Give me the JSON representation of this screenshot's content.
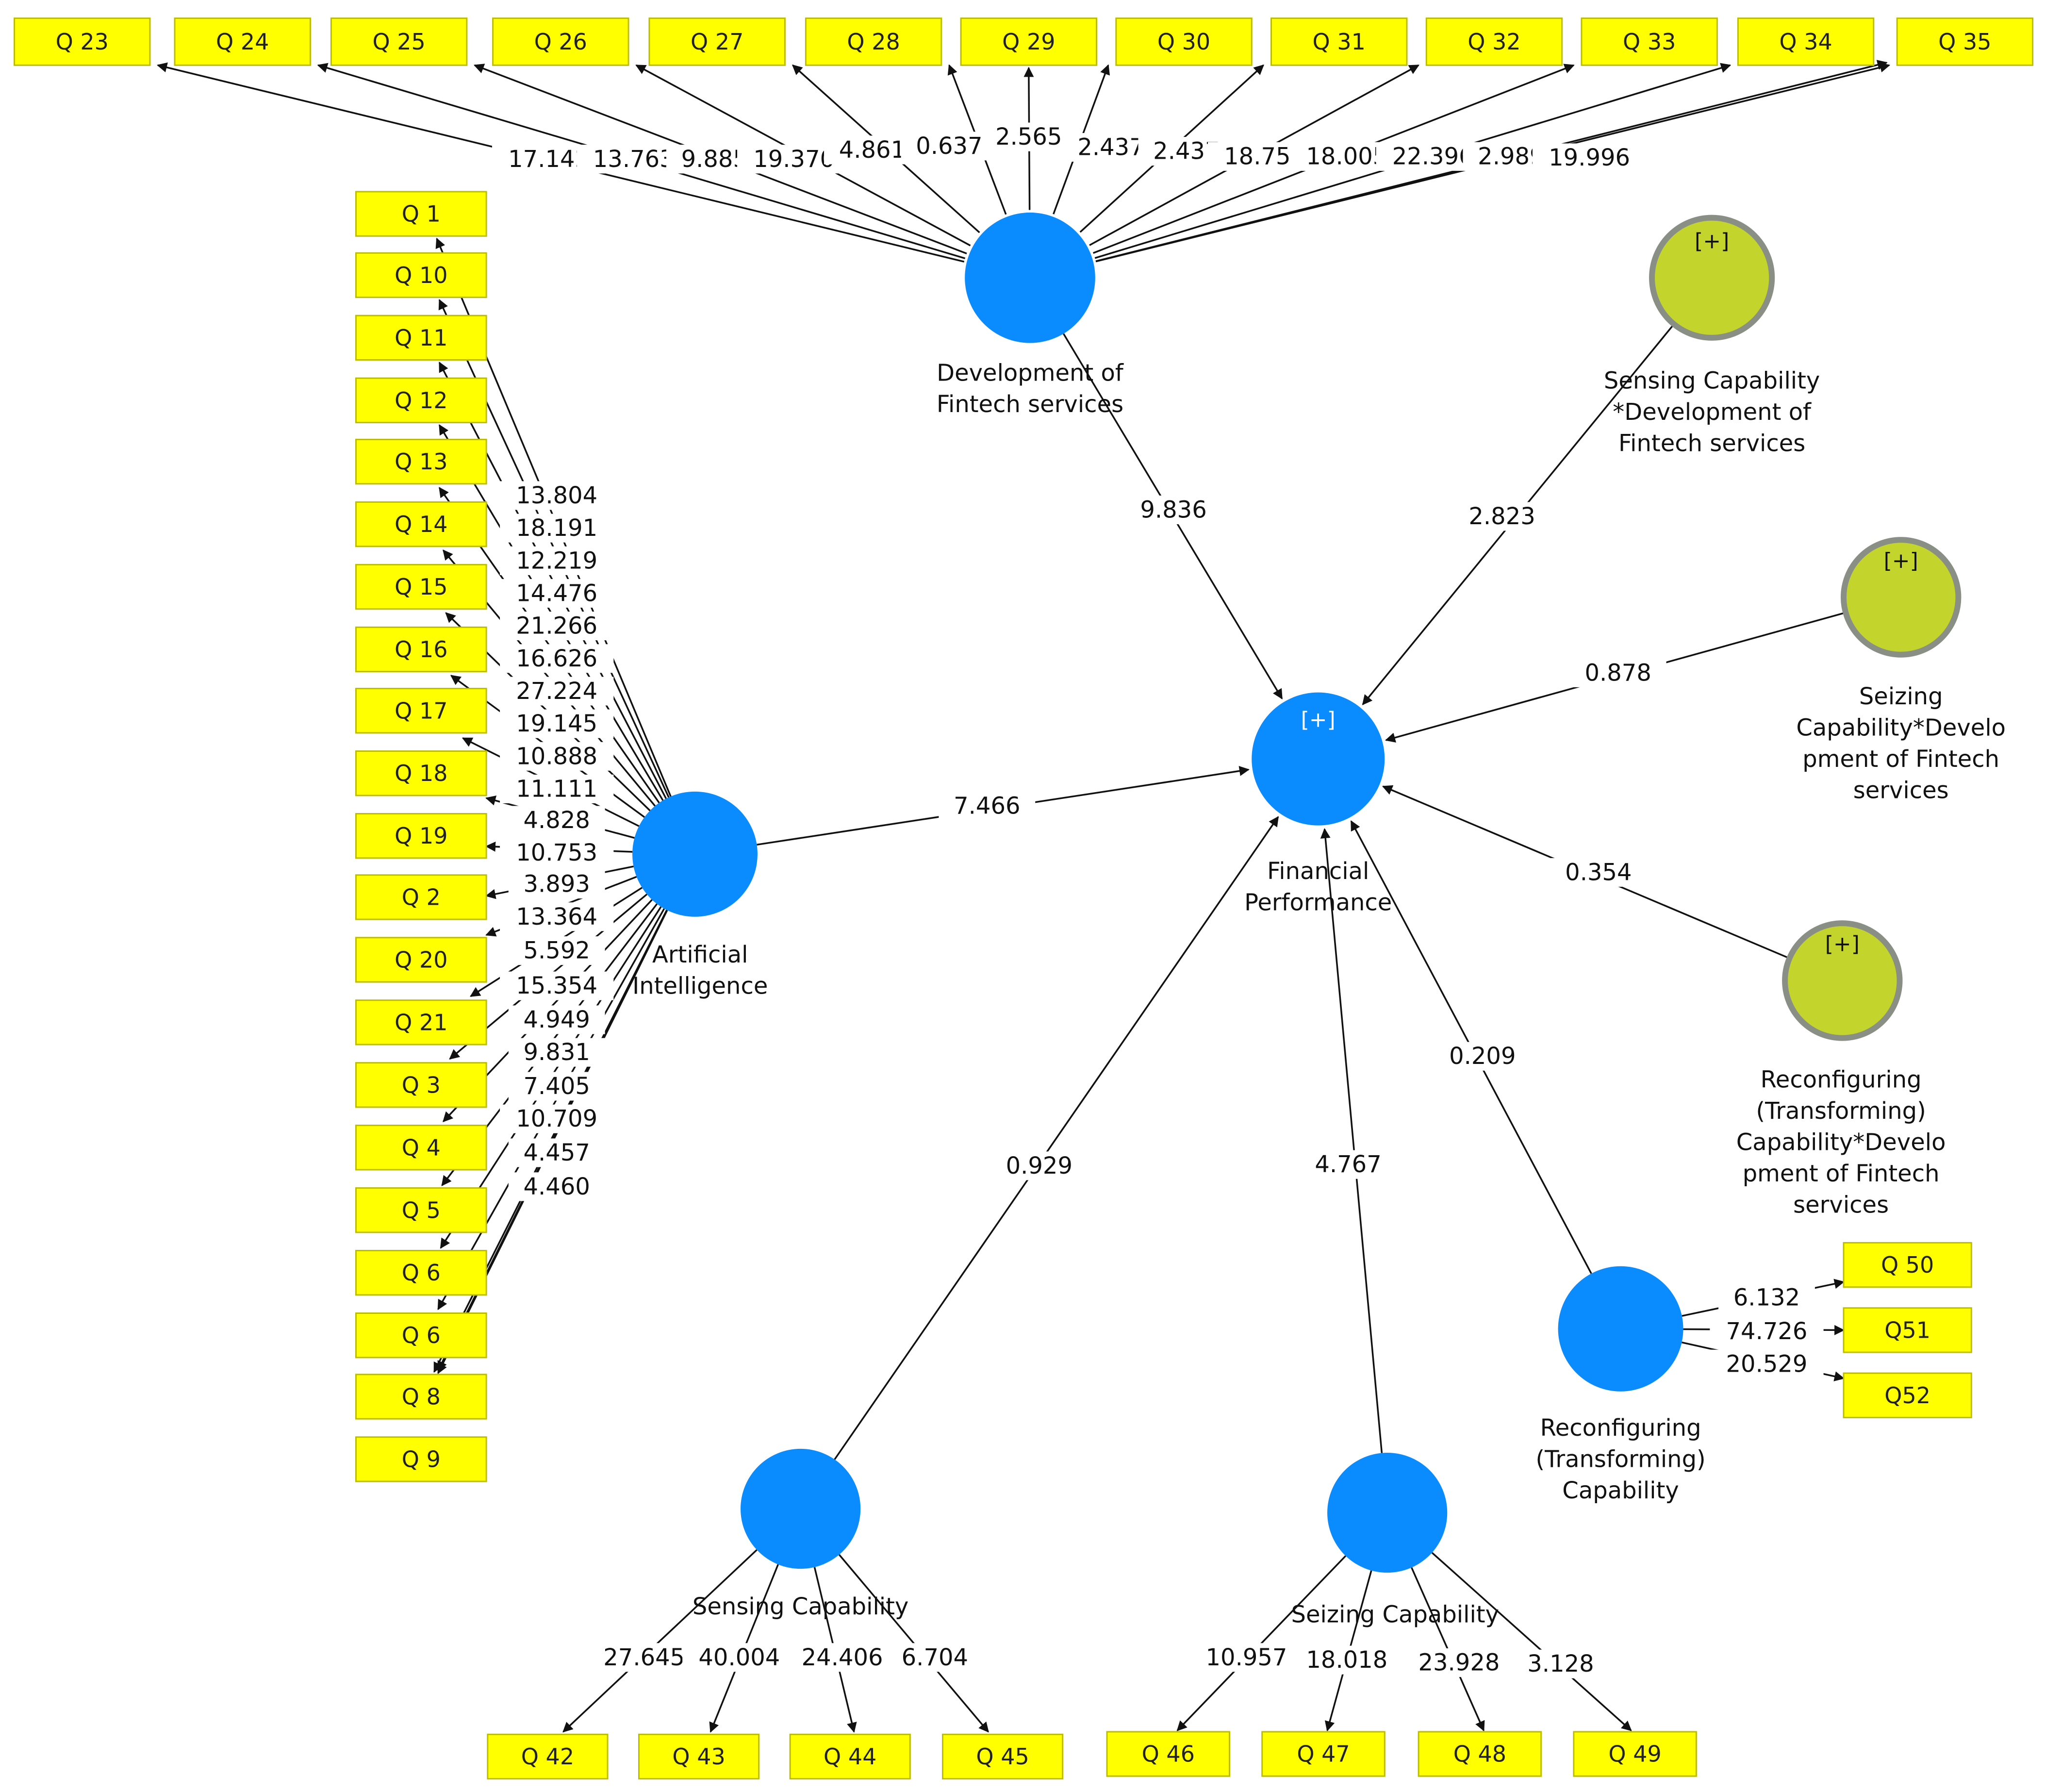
{
  "colors": {
    "construct": "#0a8cff",
    "moderator": "#c3d52d",
    "moderator_ring": "#8a8f86",
    "indicator": "#ffff00",
    "indicator_border": "#bdbd00",
    "edge": "#111111"
  },
  "constructs": {
    "dev": {
      "lines": [
        "Development of",
        "Fintech services"
      ]
    },
    "ai": {
      "lines": [
        "Artificial",
        "Intelligence"
      ]
    },
    "fp": {
      "lines": [
        "Financial",
        "Performance"
      ],
      "plus": "[+]"
    },
    "sc": {
      "lines": [
        "Sensing Capability"
      ]
    },
    "sz": {
      "lines": [
        "Seizing Capability"
      ]
    },
    "rc": {
      "lines": [
        "Reconfiguring",
        "(Transforming)",
        "Capability"
      ]
    },
    "m1": {
      "lines": [
        "Sensing Capability",
        "*Development of",
        "Fintech services"
      ],
      "plus": "[+]"
    },
    "m2": {
      "lines": [
        "Seizing",
        "Capability*Develo",
        "pment of Fintech",
        "services"
      ],
      "plus": "[+]"
    },
    "m3": {
      "lines": [
        "Reconfiguring",
        "(Transforming)",
        "Capability*Develo",
        "pment of Fintech",
        "services"
      ],
      "plus": "[+]"
    }
  },
  "dev_indicators": [
    {
      "label": "Q 23",
      "coef": "17.142"
    },
    {
      "label": "Q 24",
      "coef": "13.763"
    },
    {
      "label": "Q 25",
      "coef": "9.885"
    },
    {
      "label": "Q 26",
      "coef": "19.370"
    },
    {
      "label": "Q 27",
      "coef": "4.861"
    },
    {
      "label": "Q 28",
      "coef": "0.637"
    },
    {
      "label": "Q 29",
      "coef": "2.565"
    },
    {
      "label": "Q 30",
      "coef": "2.437"
    },
    {
      "label": "Q 31",
      "coef": "2.437"
    },
    {
      "label": "Q 32",
      "coef": "18.755"
    },
    {
      "label": "Q 33",
      "coef": "18.005"
    },
    {
      "label": "Q 34",
      "coef": "22.396"
    },
    {
      "label": "Q 35",
      "coef": "2.989"
    }
  ],
  "dev_extra_coef": "19.996",
  "ai_indicators": [
    "Q 1",
    "Q 10",
    "Q 11",
    "Q 12",
    "Q 13",
    "Q 14",
    "Q 15",
    "Q 16",
    "Q 17",
    "Q 18",
    "Q 19",
    "Q 2",
    "Q 20",
    "Q 21",
    "Q 3",
    "Q 4",
    "Q 5",
    "Q 6",
    "Q 6",
    "Q 8",
    "Q 9"
  ],
  "ai_coefs": [
    "13.804",
    "18.191",
    "12.219",
    "14.476",
    "21.266",
    "16.626",
    "27.224",
    "19.145",
    "10.888",
    "11.111",
    "4.828",
    "10.753",
    "3.893",
    "13.364",
    "5.592",
    "15.354",
    "4.949",
    "9.831",
    "7.405",
    "10.709",
    "4.457",
    "4.460"
  ],
  "sc_indicators": [
    {
      "label": "Q 42",
      "coef": "27.645"
    },
    {
      "label": "Q 43",
      "coef": "40.004"
    },
    {
      "label": "Q 44",
      "coef": "24.406"
    },
    {
      "label": "Q 45",
      "coef": "6.704"
    }
  ],
  "sz_indicators": [
    {
      "label": "Q 46",
      "coef": "10.957"
    },
    {
      "label": "Q 47",
      "coef": "18.018"
    },
    {
      "label": "Q 48",
      "coef": "23.928"
    },
    {
      "label": "Q 49",
      "coef": "3.128"
    }
  ],
  "rc_indicators": [
    {
      "label": "Q 50",
      "coef": "6.132"
    },
    {
      "label": "Q51",
      "coef": "74.726"
    },
    {
      "label": "Q52",
      "coef": "20.529"
    }
  ],
  "paths": [
    {
      "from": "dev",
      "to": "fp",
      "coef": "9.836"
    },
    {
      "from": "ai",
      "to": "fp",
      "coef": "7.466"
    },
    {
      "from": "m1",
      "to": "fp",
      "coef": "2.823"
    },
    {
      "from": "m2",
      "to": "fp",
      "coef": "0.878"
    },
    {
      "from": "m3",
      "to": "fp",
      "coef": "0.354"
    },
    {
      "from": "rc",
      "to": "fp",
      "coef": "0.209"
    },
    {
      "from": "sc",
      "to": "fp",
      "coef": "0.929"
    },
    {
      "from": "sz",
      "to": "fp",
      "coef": "4.767"
    }
  ]
}
